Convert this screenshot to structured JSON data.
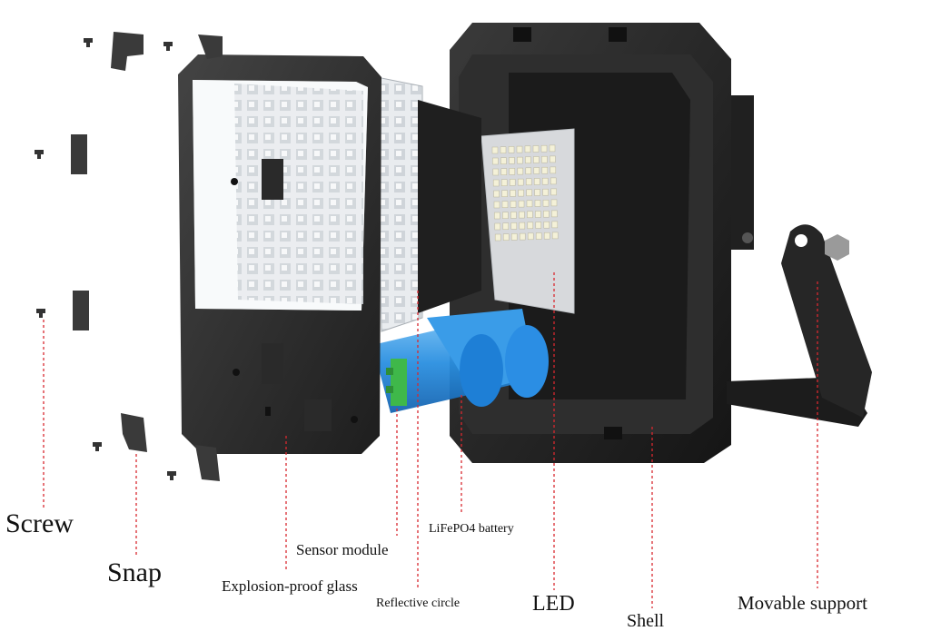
{
  "labels": {
    "screw": "Screw",
    "snap": "Snap",
    "sensor_module": "Sensor module",
    "explosion_proof_glass": "Explosion-proof glass",
    "reflective_circle": "Reflective circle",
    "lifepo4_battery": "LiFePO4 battery",
    "led": "LED",
    "shell": "Shell",
    "movable_support": "Movable support"
  },
  "colors": {
    "leader_line": "#d9282f",
    "frame": "#2b2b2b",
    "battery": "#2a8fe0",
    "sensor": "#3fb84a",
    "led_board": "#d7d9dc",
    "led_chip": "#f4f1d8"
  }
}
